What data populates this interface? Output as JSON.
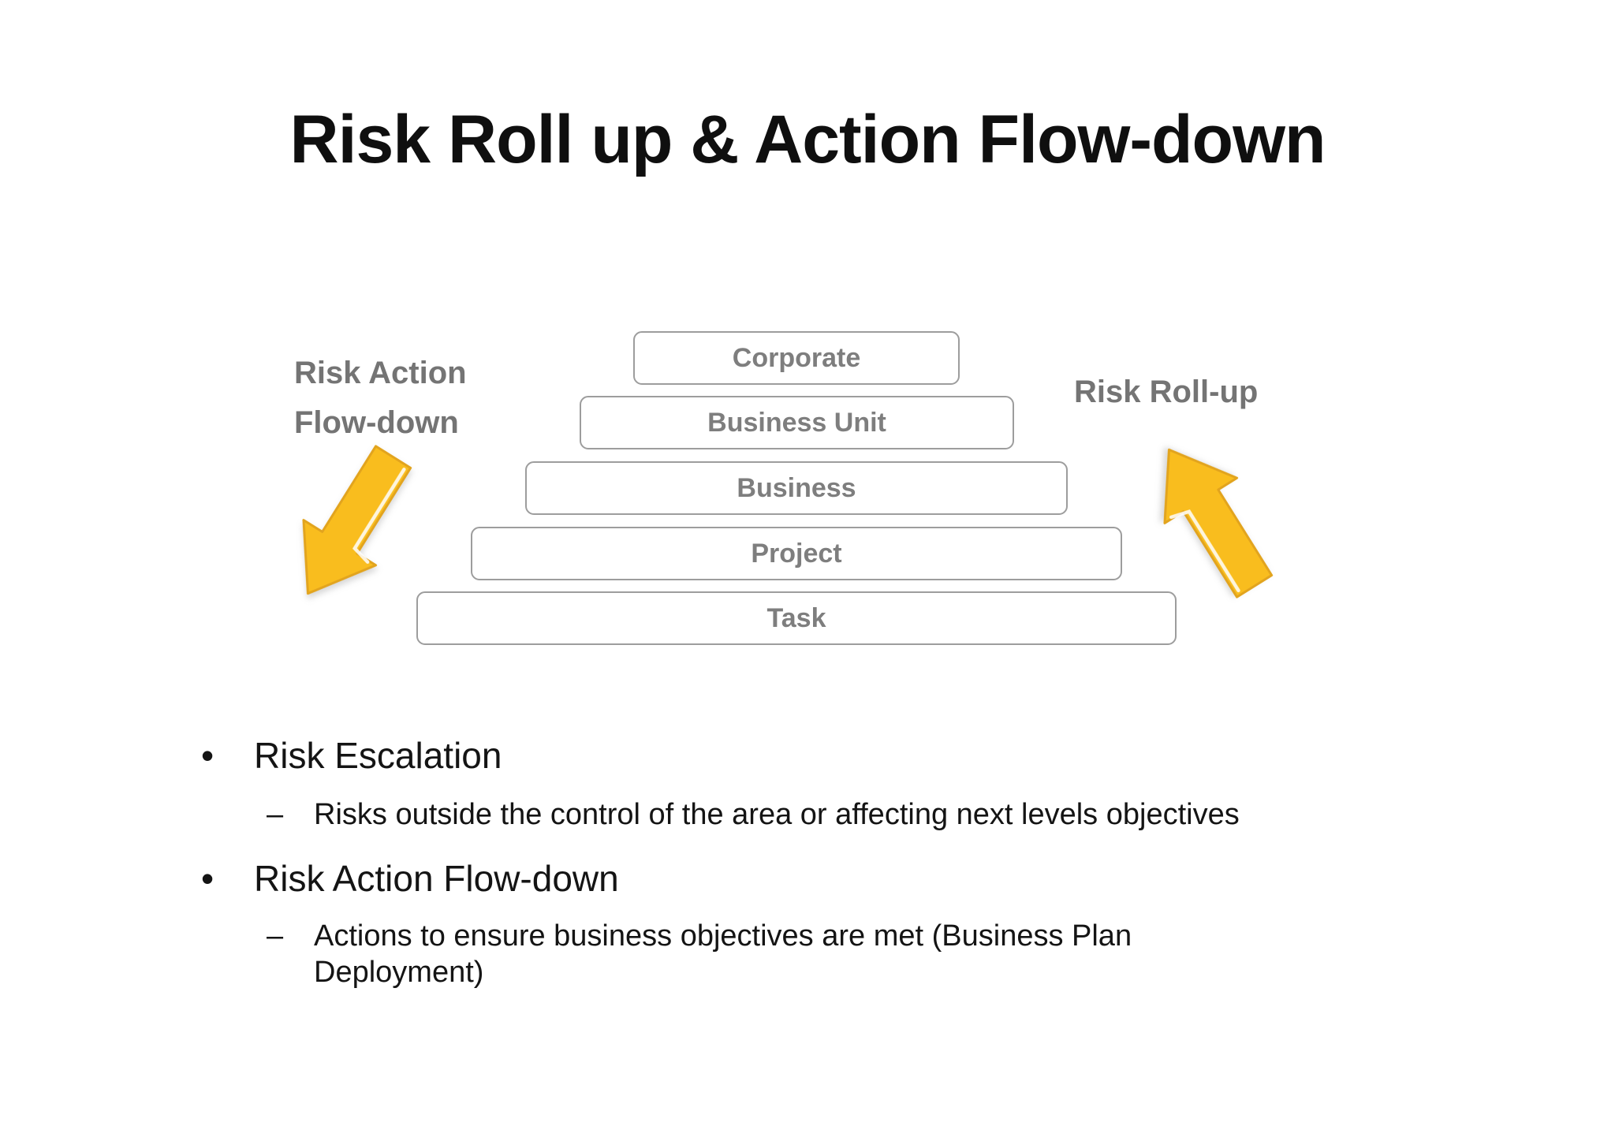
{
  "slide": {
    "title": "Risk Roll up & Action Flow-down"
  },
  "diagram": {
    "left_label": {
      "line1": "Risk Action",
      "line2": "Flow-down"
    },
    "right_label": "Risk Roll-up",
    "levels": [
      {
        "label": "Corporate"
      },
      {
        "label": "Business Unit"
      },
      {
        "label": "Business"
      },
      {
        "label": "Project"
      },
      {
        "label": "Task"
      }
    ],
    "icons": {
      "flow_down_arrow": "down-left-block-arrow",
      "roll_up_arrow": "up-left-block-arrow"
    },
    "colors": {
      "arrow_fill": "#F9BD1E",
      "arrow_border": "#E2A41E",
      "arrow_gloss": "#FFFFFF",
      "box_border": "#9D9D9D",
      "box_text": "#7E7E7E",
      "side_label_text": "#747474",
      "title_text": "#0F0F0F",
      "body_text": "#141414",
      "background": "#FFFFFF"
    }
  },
  "glyphs": {
    "bullet": "•",
    "dash": "–"
  },
  "bullets": [
    {
      "label": "Risk Escalation",
      "subs": [
        [
          "Risks outside the control of the area or affecting next levels objectives"
        ]
      ]
    },
    {
      "label": "Risk Action Flow-down",
      "subs": [
        [
          "Actions to ensure business objectives are met (Business Plan",
          "Deployment)"
        ]
      ]
    }
  ]
}
